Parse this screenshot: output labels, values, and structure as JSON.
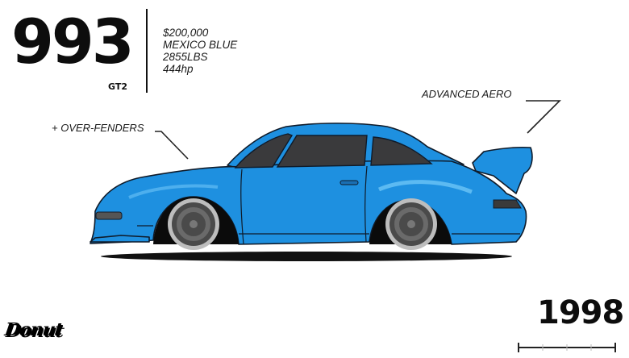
{
  "header": {
    "model": "993",
    "variant": "GT2"
  },
  "specs": {
    "price": "$200,000",
    "color_name": "MEXICO BLUE",
    "weight": "2855LBS",
    "power": "444hp"
  },
  "callouts": {
    "fenders": "+ OVER-FENDERS",
    "aero": "ADVANCED AERO"
  },
  "car": {
    "body_color": "#1e90e0",
    "body_highlight": "#4fb4f2",
    "window_color": "#3a3a3c",
    "outline_color": "#0f1b2a"
  },
  "branding": {
    "logo_text": "Donut"
  },
  "timeline": {
    "year": "1998",
    "ticks": 5
  }
}
